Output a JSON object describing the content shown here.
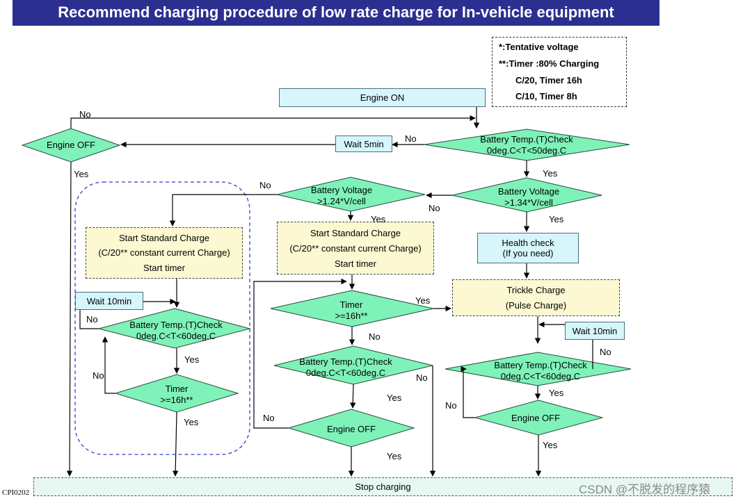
{
  "title": "Recommend charging procedure of low rate charge for In-vehicle equipment",
  "legend": {
    "line1": "*:Tentative voltage",
    "line2": "**:Timer :80% Charging",
    "line3": "C/20, Timer 16h",
    "line4": "C/10, Timer  8h"
  },
  "nodes": {
    "engine_on": "Engine ON",
    "batt_temp_top_1": "Battery Temp.(T)Check",
    "batt_temp_top_2": "0deg.C<T<50deg.C",
    "wait_5min": "Wait 5min",
    "engine_off_left": "Engine OFF",
    "bv134_1": "Battery Voltage",
    "bv134_2": ">1.34*V/cell",
    "bv124_1": "Battery Voltage",
    "bv124_2": ">1.24*V/cell",
    "std_left_1": "Start Standard Charge",
    "std_left_2": "(C/20** constant current Charge)",
    "std_left_3": "Start timer",
    "std_mid_1": "Start Standard Charge",
    "std_mid_2": "(C/20** constant current Charge)",
    "std_mid_3": "Start timer",
    "health_1": "Health check",
    "health_2": "(If you need)",
    "trickle_1": "Trickle Charge",
    "trickle_2": "(Pulse Charge)",
    "wait_10min_left": "Wait 10min",
    "wait_10min_right": "Wait 10min",
    "bt_left_1": "Battery Temp.(T)Check",
    "bt_left_2": "0deg.C<T<60deg.C",
    "timer_left_1": "Timer",
    "timer_left_2": ">=16h**",
    "timer_mid_1": "Timer",
    "timer_mid_2": ">=16h**",
    "bt_mid_1": "Battery Temp.(T)Check",
    "bt_mid_2": "0deg.C<T<60deg.C",
    "engine_off_mid": "Engine OFF",
    "bt_right_1": "Battery Temp.(T)Check",
    "bt_right_2": "0deg.C<T<60deg.C",
    "engine_off_right": "Engine OFF",
    "stop": "Stop charging"
  },
  "labels": {
    "yes": "Yes",
    "no": "No"
  },
  "footer": "CPI0202",
  "watermark": "CSDN @不脱发的程序猿",
  "colors": {
    "title_bg": "#2b2f8f",
    "decision": "#7ff2b9",
    "process_cyan": "#d6f6fb",
    "process_yellow": "#fbf8d2",
    "group_outline": "#2f3fd0"
  }
}
